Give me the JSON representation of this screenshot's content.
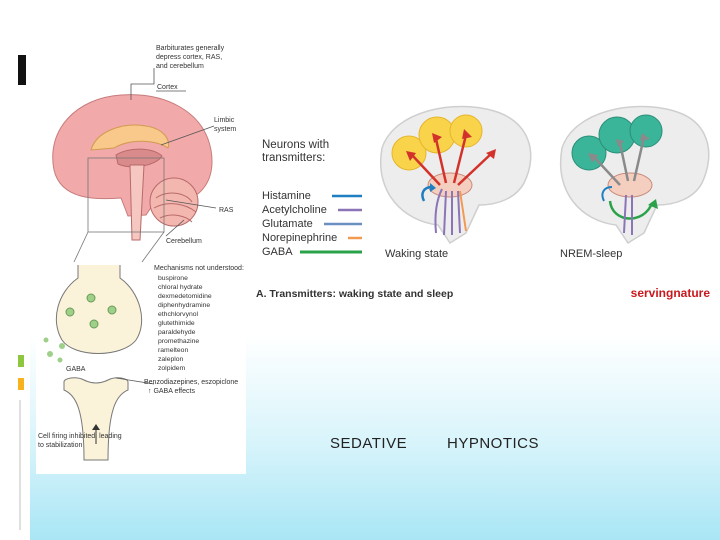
{
  "left_figure": {
    "barbiturates_note": [
      "Barbiturates generally",
      "depress cortex, RAS,",
      "and cerebellum"
    ],
    "cortex_label": "Cortex",
    "limbic_label": [
      "Limbic",
      "system"
    ],
    "ras_label": "RAS",
    "cerebellum_label": "Cerebellum",
    "mechanisms_title": "Mechanisms not understood:",
    "drugs": [
      "buspirone",
      "chloral hydrate",
      "dexmedetomidine",
      "diphenhydramine",
      "ethchlorvynol",
      "glutethimide",
      "paraldehyde",
      "promethazine",
      "ramelteon",
      "zaleplon",
      "zolpidem"
    ],
    "gaba_label": "GABA",
    "benzo_note": [
      "Benzodiazepines, eszopiclone",
      "↑ GABA effects"
    ],
    "cell_note": [
      "Cell firing inhibited, leading",
      "to stabilization"
    ]
  },
  "right_figure": {
    "neurons_title": [
      "Neurons with",
      "transmitters:"
    ],
    "legend": [
      {
        "label": "Histamine",
        "color": "#1f7fc0"
      },
      {
        "label": "Acetylcholine",
        "color": "#8b74b8"
      },
      {
        "label": "Glutamate",
        "color": "#6b8fbf"
      },
      {
        "label": "Norepinephrine",
        "color": "#f29a52"
      },
      {
        "label": "GABA",
        "color": "#2aa24a"
      }
    ],
    "waking_label": "Waking state",
    "nrem_label": "NREM-sleep",
    "caption": "A. Transmitters: waking state and sleep",
    "watermark": "servingnature"
  },
  "captions": {
    "sedative": "SEDATIVE",
    "hypnotics": "HYPNOTICS"
  },
  "colors": {
    "brain_pink": "#f2a9a9",
    "waking_yellow": "#f9d44a",
    "sleep_teal": "#3bb59a",
    "arrow_red": "#d2322b",
    "watermark_red": "#c8191e"
  }
}
